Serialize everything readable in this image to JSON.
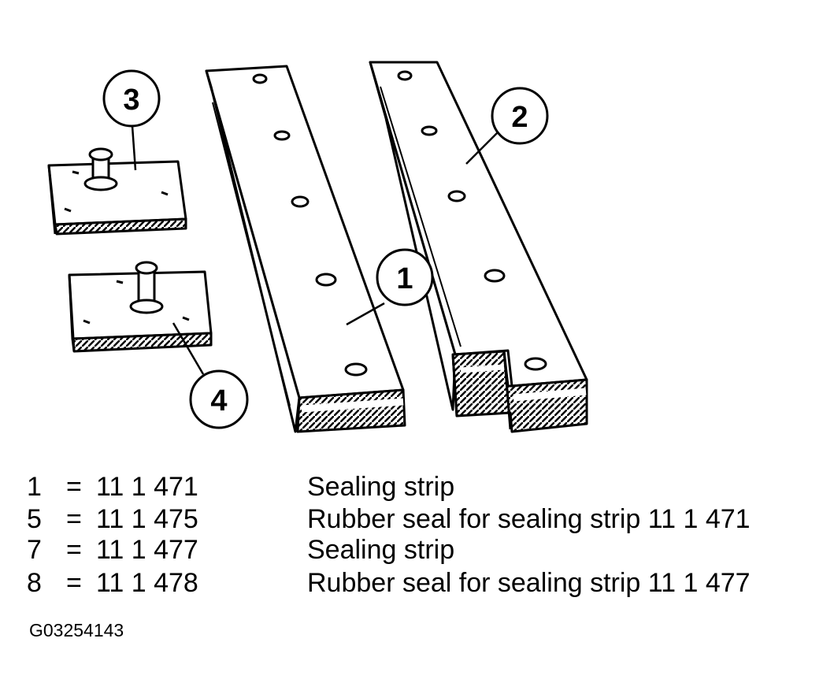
{
  "diagram": {
    "callouts": [
      "1",
      "2",
      "3",
      "4"
    ]
  },
  "legend": {
    "rows": [
      {
        "num": "1",
        "eq": "=",
        "code": "11 1 471",
        "desc": "Sealing strip"
      },
      {
        "num": "5",
        "eq": "=",
        "code": "11 1 475",
        "desc": "Rubber seal for sealing strip 11 1 471"
      },
      {
        "num": "7",
        "eq": "=",
        "code": "11 1 477",
        "desc": "Sealing strip"
      },
      {
        "num": "8",
        "eq": "=",
        "code": "11 1 478",
        "desc": "Rubber seal for sealing strip 11 1 477"
      }
    ]
  },
  "figure_id": "G03254143"
}
